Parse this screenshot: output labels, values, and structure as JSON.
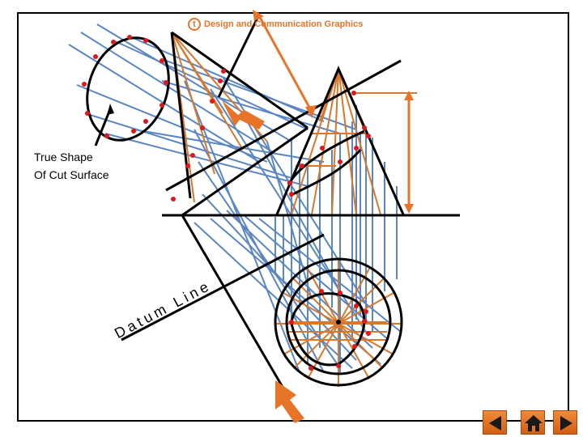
{
  "header": {
    "logo_mark": "t",
    "title": "Design and Communication Graphics"
  },
  "caption": {
    "line1": "True Shape",
    "line2": "Of Cut Surface"
  },
  "datum_label": "Datum Line",
  "nav": {
    "prev_icon": "triangle-left-icon",
    "home_icon": "home-icon",
    "next_icon": "triangle-right-icon"
  },
  "colors": {
    "projection": "#5a86c1",
    "construction": "#d9772b",
    "point": "#e0161b",
    "arrow": "#e8742a",
    "outline": "#000000"
  }
}
